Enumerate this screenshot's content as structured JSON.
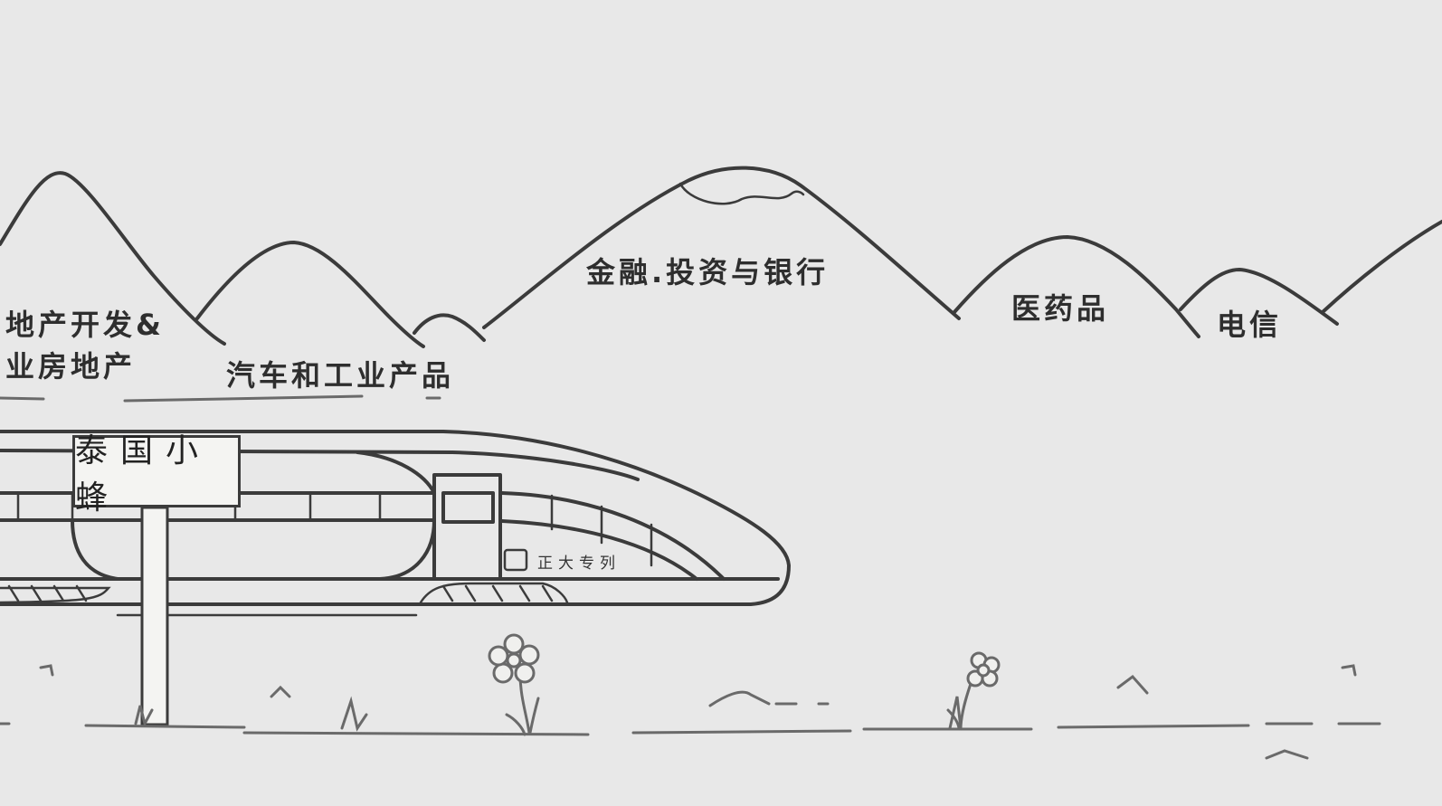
{
  "mountain_labels": [
    {
      "line1": "地产开发&",
      "line2": "业房地产"
    },
    {
      "line1": "汽车和工业产品"
    },
    {
      "line1": "金融.投资与银行"
    },
    {
      "line1": "医药品"
    },
    {
      "line1": "电信"
    }
  ],
  "sign": {
    "text": "泰国小蜂"
  },
  "train": {
    "label": "正大专列"
  },
  "colors": {
    "background": "#e8e8e8",
    "ink": "#3b3b3b",
    "grass": "#6a6a6a"
  }
}
